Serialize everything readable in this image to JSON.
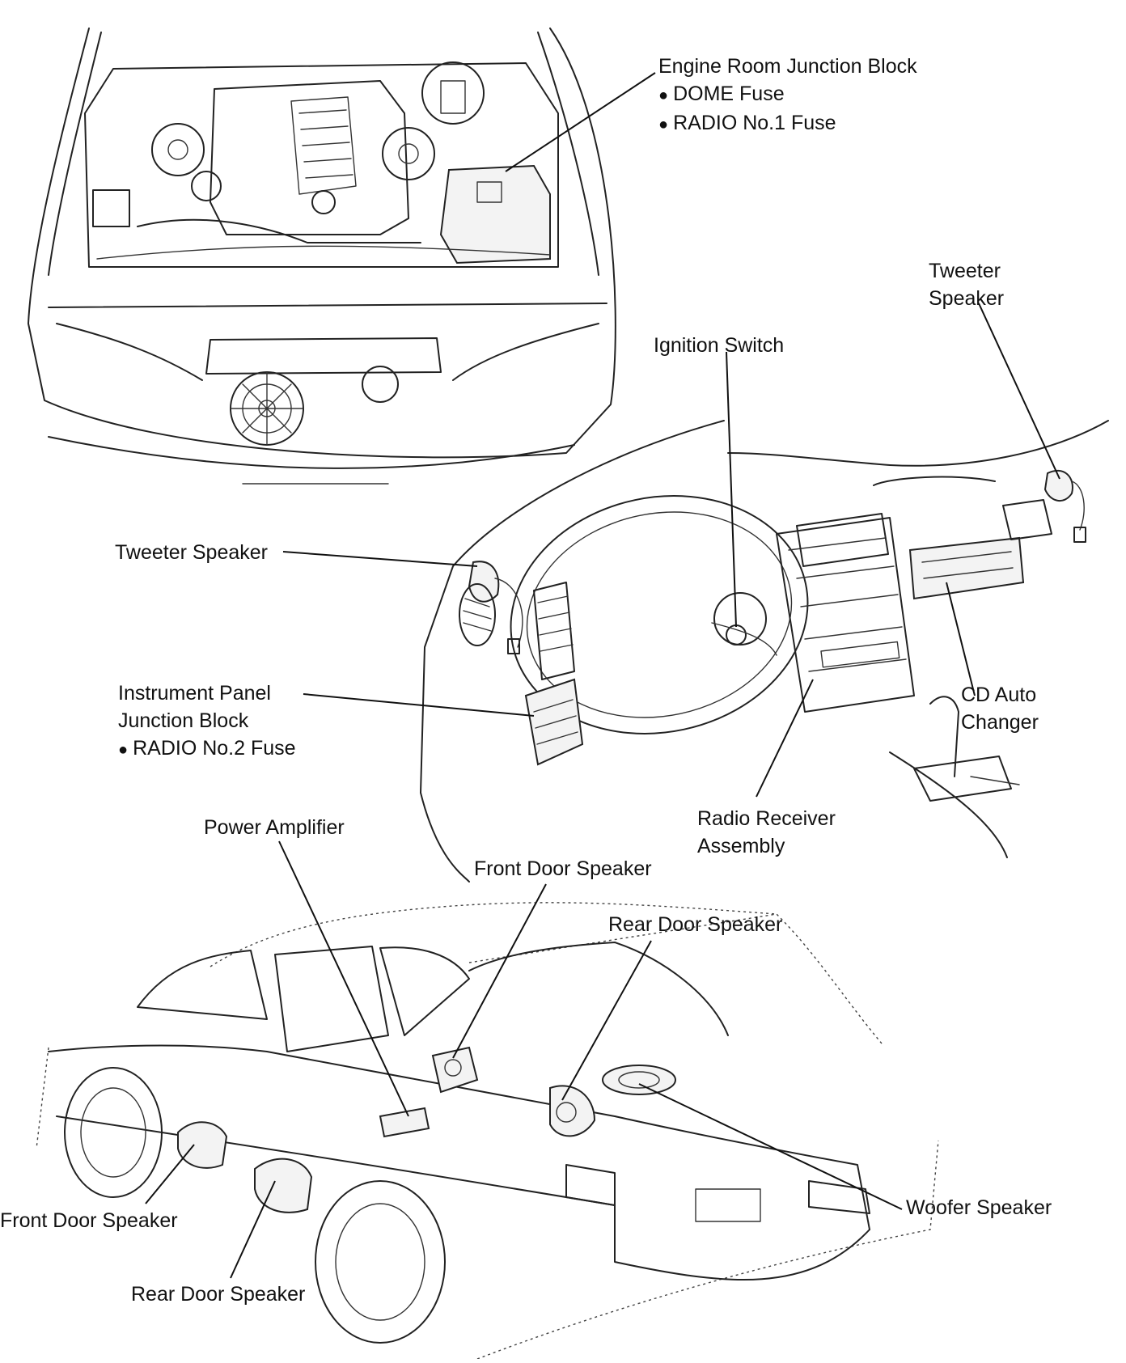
{
  "diagram": {
    "labels": {
      "engine_room_junction_block": "Engine Room Junction Block",
      "dome_fuse": "DOME Fuse",
      "radio_no1_fuse": "RADIO No.1 Fuse",
      "tweeter_speaker_right_line1": "Tweeter",
      "tweeter_speaker_right_line2": "Speaker",
      "ignition_switch": "Ignition Switch",
      "tweeter_speaker_left": "Tweeter Speaker",
      "instrument_panel_line1": "Instrument Panel",
      "instrument_panel_line2": "Junction Block",
      "radio_no2_fuse": "RADIO No.2 Fuse",
      "cd_auto_changer_line1": "CD Auto",
      "cd_auto_changer_line2": "Changer",
      "radio_receiver_line1": "Radio Receiver",
      "radio_receiver_line2": "Assembly",
      "power_amplifier": "Power Amplifier",
      "front_door_speaker_right": "Front Door Speaker",
      "rear_door_speaker_right": "Rear Door Speaker",
      "front_door_speaker_left": "Front Door Speaker",
      "rear_door_speaker_left": "Rear Door Speaker",
      "woofer_speaker": "Woofer Speaker"
    },
    "bullet": "●"
  }
}
